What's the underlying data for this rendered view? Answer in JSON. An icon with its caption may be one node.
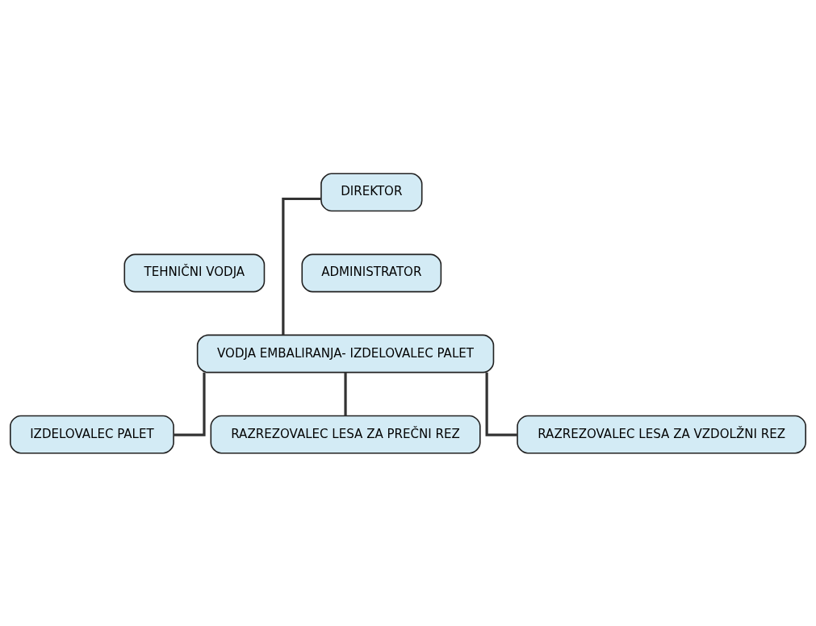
{
  "diagram": {
    "nodes": [
      {
        "text": [
          "DIREKTOR"
        ]
      },
      {
        "text": [
          "TEHNIČNI VODJA"
        ]
      },
      {
        "text": [
          "ADMINISTRATOR"
        ]
      },
      {
        "text": [
          "VODJA EMBALIRANJA- IZDELOVALEC PALET"
        ]
      },
      {
        "text": [
          "IZDELOVALEC PALET"
        ]
      },
      {
        "text": [
          "RAZREZOVALEC LESA ZA PREČNI REZ"
        ]
      },
      {
        "text": [
          "RAZREZOVALEC LESA ZA VZDOLŽNI REZ"
        ]
      }
    ],
    "edges": [
      {
        "from": 0,
        "to": 3,
        "arrow": "none"
      },
      {
        "from": 3,
        "to": 4,
        "arrow": "none"
      },
      {
        "from": 3,
        "to": 5,
        "arrow": "none"
      },
      {
        "from": 3,
        "to": 6,
        "arrow": "none"
      }
    ]
  }
}
